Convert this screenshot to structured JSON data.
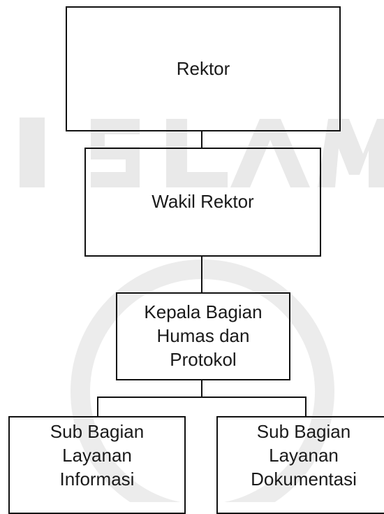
{
  "watermark": {
    "text": "ISLAM",
    "color": "#e6e6e6"
  },
  "nodes": {
    "rektor": [
      "Rektor"
    ],
    "wakil_rektor": [
      "Wakil Rektor"
    ],
    "kepala_bagian": [
      "Kepala Bagian",
      "Humas dan",
      "Protokol"
    ],
    "sub_informasi": [
      "Sub Bagian",
      "Layanan",
      "Informasi"
    ],
    "sub_dokumentasi": [
      "Sub Bagian",
      "Layanan",
      "Dokumentasi"
    ]
  }
}
